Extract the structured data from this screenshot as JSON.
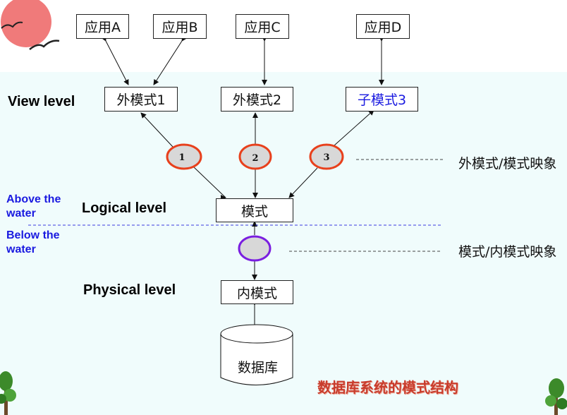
{
  "apps": [
    "应用A",
    "应用B",
    "应用C",
    "应用D"
  ],
  "external_schemas": [
    "外模式1",
    "外模式2",
    "子模式3"
  ],
  "mappings": [
    "1",
    "2",
    "3"
  ],
  "schema": "模式",
  "internal_schema": "内模式",
  "database": "数据库",
  "levels": {
    "view": "View level",
    "logical": "Logical level",
    "physical": "Physical level"
  },
  "water": {
    "above": "Above the water",
    "below": "Below the water"
  },
  "side_labels": {
    "external_mapping": "外模式/模式映象",
    "internal_mapping": "模式/内模式映象"
  },
  "caption": "数据库系统的模式结构",
  "colors": {
    "accent_blue": "#1a1ae0",
    "circle_border": "#e8401c",
    "circle_fill": "#d8d8d8",
    "inner_circle_border": "#7a1ee0",
    "caption_red": "#c83c2c",
    "sun": "#f07a7a",
    "background": "#f0fcfc"
  },
  "icons": [
    "sun-icon",
    "bird-icon",
    "tree-icon"
  ]
}
